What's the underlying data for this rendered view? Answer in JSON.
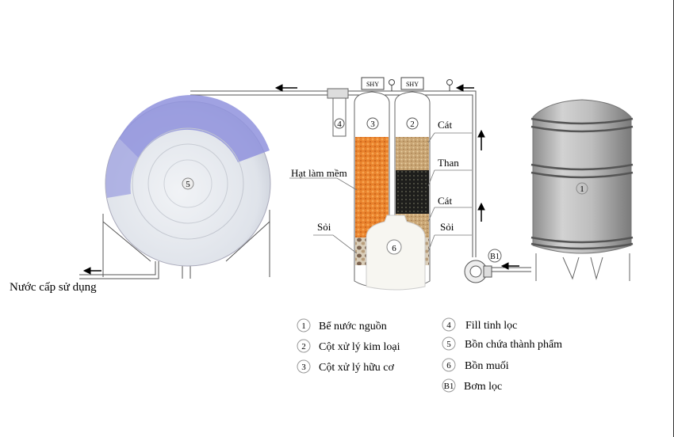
{
  "diagram": {
    "output_label": "Nước cấp sử dụng",
    "media_labels": {
      "softener": "Hạt làm mềm",
      "gravel_left": "Sỏi",
      "sand_top": "Cát",
      "charcoal": "Than",
      "sand_bottom": "Cát",
      "gravel_right": "Sỏi"
    },
    "valve_logo": "SHY",
    "markers": {
      "m1": "1",
      "m2": "2",
      "m3": "3",
      "m4": "4",
      "m5": "5",
      "m6": "6",
      "b1": "B1"
    }
  },
  "legend": [
    {
      "num": "1",
      "text": "Bể nước nguồn"
    },
    {
      "num": "2",
      "text": "Cột xử lý kim loại"
    },
    {
      "num": "3",
      "text": "Cột xử lý hữu cơ"
    },
    {
      "num": "4",
      "text": "Fill tinh lọc"
    },
    {
      "num": "5",
      "text": "Bồn chứa thành phẩm"
    },
    {
      "num": "6",
      "text": "Bồn muối"
    },
    {
      "num": "B1",
      "text": "Bơm lọc"
    }
  ]
}
